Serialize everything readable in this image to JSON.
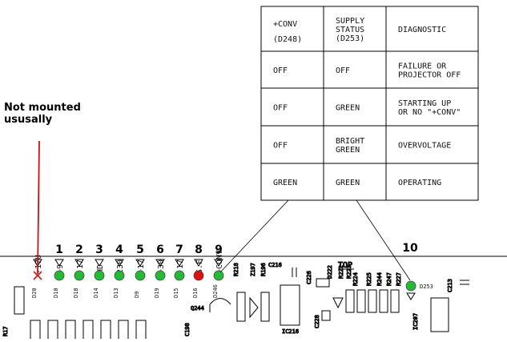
{
  "table": {
    "headers": [
      {
        "lines": [
          "+CONV",
          "(D248)"
        ]
      },
      {
        "lines": [
          "SUPPLY",
          "STATUS",
          "(D253)"
        ]
      },
      {
        "lines": [
          "DIAGNOSTIC"
        ]
      }
    ],
    "rows": [
      [
        [
          "OFF"
        ],
        [
          "OFF"
        ],
        [
          "FAILURE OR",
          "PROJECTOR OFF"
        ]
      ],
      [
        [
          "OFF"
        ],
        [
          "GREEN"
        ],
        [
          "STARTING UP",
          "OR NO \"+CONV\""
        ]
      ],
      [
        [
          "OFF"
        ],
        [
          "BRIGHT",
          "GREEN"
        ],
        [
          "OVERVOLTAGE"
        ]
      ],
      [
        [
          "GREEN"
        ],
        [
          "GREEN"
        ],
        [
          "OPERATING"
        ]
      ]
    ]
  },
  "note": {
    "lines": [
      "Not mounted",
      "ususally"
    ]
  },
  "leds": [
    {
      "number": "",
      "color": "#ffffff",
      "marker": "x",
      "signal": "-17U",
      "ref": "D20"
    },
    {
      "number": "1",
      "color": "#22bb33",
      "signal": "+9",
      "ref": "D10"
    },
    {
      "number": "2",
      "color": "#22bb33",
      "signal": "-17",
      "ref": "D18"
    },
    {
      "number": "3",
      "color": "#22bb33",
      "signal": "HD",
      "ref": "D14"
    },
    {
      "number": "4",
      "color": "#22bb33",
      "signal": "230",
      "ref": "D13"
    },
    {
      "number": "5",
      "color": "#22bb33",
      "signal": "+17",
      "ref": "D9"
    },
    {
      "number": "6",
      "color": "#22bb33",
      "signal": "+30",
      "ref": "D19"
    },
    {
      "number": "7",
      "color": "#22bb33",
      "signal": "-17",
      "ref": "D15"
    },
    {
      "number": "8",
      "color": "#dd1111",
      "signal": "S.F",
      "ref": "D16"
    },
    {
      "number": "9",
      "color": "#22bb33",
      "signal": "+CONV",
      "ref": "D246"
    }
  ],
  "status_led": {
    "number": "10",
    "color": "#22bb33",
    "ref": "D253"
  },
  "components": [
    "R17",
    "Q244",
    "C198",
    "R218",
    "Z197",
    "R196",
    "C216",
    "IC216",
    "C226",
    "D222",
    "R222",
    "R223",
    "R224",
    "TOP",
    "R225",
    "R244",
    "R247",
    "R227",
    "IC207",
    "C213",
    "C228"
  ]
}
